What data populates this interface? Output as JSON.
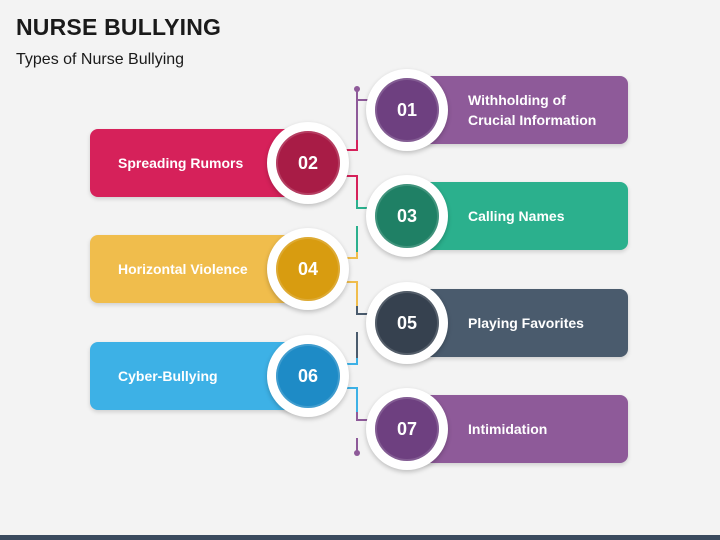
{
  "header": {
    "title": "NURSE BULLYING",
    "subtitle": "Types of Nurse Bullying"
  },
  "items": [
    {
      "number": "01",
      "label_line1": "Withholding of",
      "label_line2": "Crucial Information",
      "color": "#8e5a99",
      "circle_color": "#6e4080"
    },
    {
      "number": "02",
      "label": "Spreading Rumors",
      "color": "#d6215a",
      "circle_color": "#a81c46"
    },
    {
      "number": "03",
      "label": "Calling Names",
      "color": "#2bb08d",
      "circle_color": "#1f8065"
    },
    {
      "number": "04",
      "label": "Horizontal Violence",
      "color": "#f0bd4c",
      "circle_color": "#d89c10"
    },
    {
      "number": "05",
      "label": "Playing Favorites",
      "color": "#4a5b6d",
      "circle_color": "#36414f"
    },
    {
      "number": "06",
      "label": "Cyber-Bullying",
      "color": "#3db1e6",
      "circle_color": "#1e8bc6"
    },
    {
      "number": "07",
      "label": "Intimidation",
      "color": "#8e5a99",
      "circle_color": "#6e4080"
    }
  ]
}
